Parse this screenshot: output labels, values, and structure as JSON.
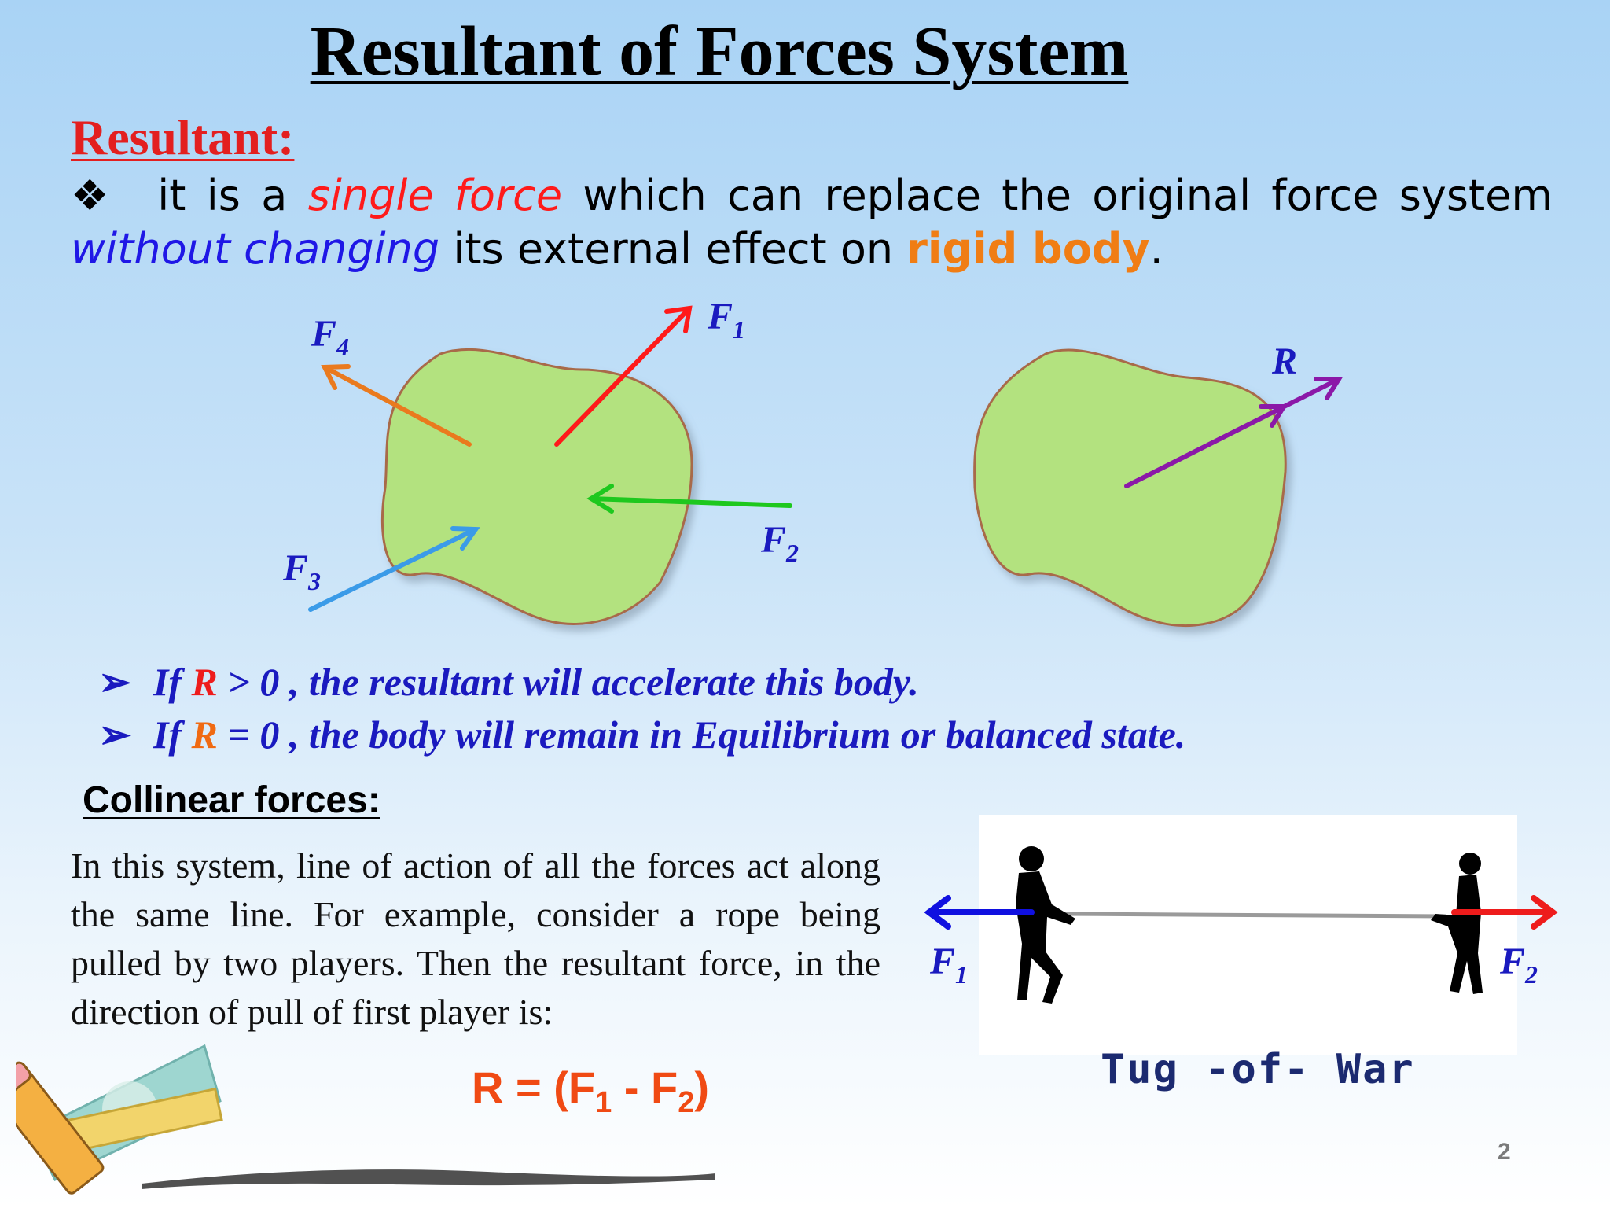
{
  "slide": {
    "title": "Resultant of  Forces System",
    "page_number": "2"
  },
  "resultant": {
    "heading": "Resultant:",
    "bullet_symbol": "❖",
    "def_part1": "it is a ",
    "def_single_force": "single force",
    "def_part2": " which can replace the original force system ",
    "def_without_changing": "without changing",
    "def_part3": " its external effect on ",
    "def_rigid_body": "rigid body",
    "def_end": "."
  },
  "diagram": {
    "labels": {
      "f1": "F",
      "f1_sub": "1",
      "f2": "F",
      "f2_sub": "2",
      "f3": "F",
      "f3_sub": "3",
      "f4": "F",
      "f4_sub": "4",
      "r": "R"
    },
    "colors": {
      "body_fill": "#b3e27f",
      "body_stroke": "#a86a4a",
      "f1": "#ff1a1a",
      "f2": "#1ec81e",
      "f3": "#3b9be8",
      "f4": "#ea7a1e",
      "r": "#8b18a8",
      "label": "#1a1abf"
    }
  },
  "conditions": [
    {
      "arrow": "➢",
      "if": "If  ",
      "r": "R",
      "rest": " > 0 , the resultant will accelerate this body."
    },
    {
      "arrow": "➢",
      "if": "If  ",
      "r": "R",
      "rest": " = 0 , the body will remain in Equilibrium or balanced state."
    }
  ],
  "collinear": {
    "heading": "Collinear forces:",
    "text": "In this system, line of action of all the forces act along the same line. For example, consider a rope being pulled by two players. Then the resultant force, in the direction of pull of first player is:",
    "formula_r": "R = (F",
    "formula_sub1": "1",
    "formula_mid": " - F",
    "formula_sub2": "2",
    "formula_end": ")"
  },
  "tug_of_war": {
    "caption": "Tug -of- War",
    "f1": "F",
    "f1_sub": "1",
    "f2": "F",
    "f2_sub": "2",
    "colors": {
      "f1_arrow": "#1010e0",
      "f2_arrow": "#ee1c1c"
    }
  }
}
